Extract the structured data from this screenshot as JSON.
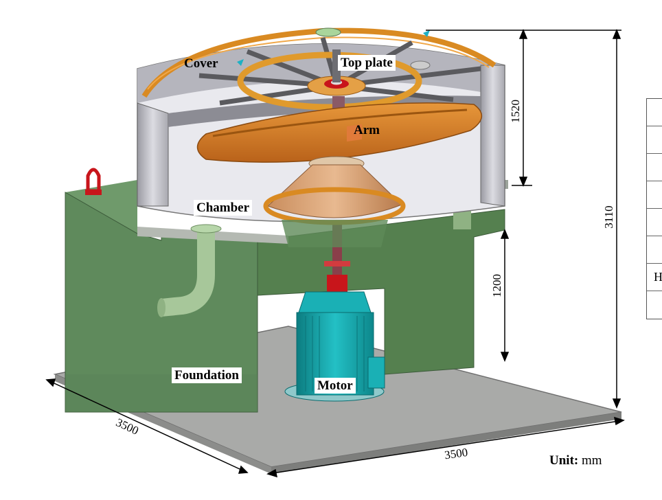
{
  "labels": {
    "cover": "Cover",
    "top_plate": "Top plate",
    "arm": "Arm",
    "chamber": "Chamber",
    "foundation": "Foundation",
    "motor": "Motor"
  },
  "dimensions": {
    "upper_height": "1520",
    "total_height": "3110",
    "lower_height": "1200",
    "depth": "3500",
    "width": "3500"
  },
  "unit": {
    "label": "Unit:",
    "value": "mm"
  },
  "side_table": {
    "partial_text": "H"
  },
  "colors": {
    "foundation": "#5f8a5c",
    "cover": "#c9c9cf",
    "rim": "#d98a22",
    "arm": "#d07a1c",
    "motor": "#16a3a8",
    "base_plate": "#a9aaa8",
    "hub": "#c8151b"
  }
}
